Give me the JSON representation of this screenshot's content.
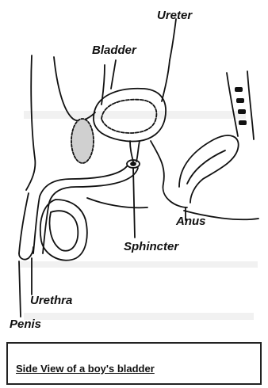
{
  "labels": {
    "ureter": "Ureter",
    "bladder": "Bladder",
    "anus": "Anus",
    "sphincter": "Sphincter",
    "urethra": "Urethra",
    "penis": "Penis"
  },
  "caption": "Side View of a boy's bladder",
  "colors": {
    "ink": "#111111",
    "shade": "#cfcfcf"
  }
}
